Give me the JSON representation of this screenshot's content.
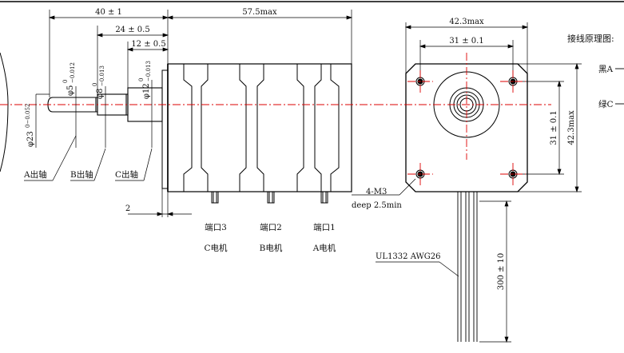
{
  "dimensions": {
    "len_40": "40 ± 1",
    "len_57_5": "57.5max",
    "len_24": "24 ± 0.5",
    "len_12": "12 ± 0.5",
    "len_2": "2",
    "width_42_3": "42.3max",
    "hole_31": "31 ± 0.1",
    "height_31": "31 ± 0.1",
    "height_42_3": "42.3max",
    "cable_300": "300 ± 10"
  },
  "diameters": {
    "d23": "φ23",
    "d23_tol": "0−0.052",
    "d5": "φ5",
    "d5_tol_upper": "0",
    "d5_tol_lower": "−0.012",
    "d8": "φ8",
    "d8_tol_upper": "0",
    "d8_tol_lower": "−0.013",
    "d12": "φ12",
    "d12_tol_upper": "0",
    "d12_tol_lower": "−0.013"
  },
  "shafts": {
    "a": "A出轴",
    "b": "B出轴",
    "c": "C出轴"
  },
  "ports": [
    {
      "port": "端口3",
      "motor": "C电机"
    },
    {
      "port": "端口2",
      "motor": "B电机"
    },
    {
      "port": "端口1",
      "motor": "A电机"
    }
  ],
  "mounting": {
    "thread": "4-M3",
    "depth": "deep 2.5min"
  },
  "cable_spec": "UL1332  AWG26",
  "wiring": {
    "title": "接线原理图:",
    "wire1": "黑A",
    "wire2": "绿C"
  }
}
